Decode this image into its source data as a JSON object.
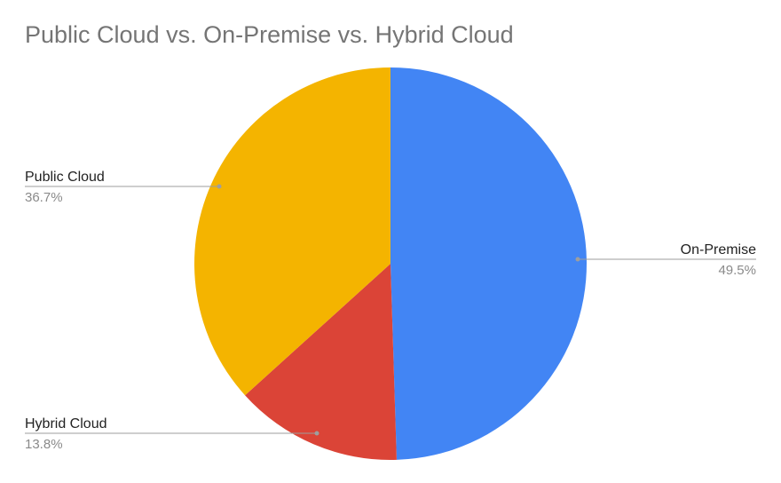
{
  "chart_data": {
    "type": "pie",
    "title": "Public Cloud vs. On-Premise vs. Hybrid Cloud",
    "slices": [
      {
        "label": "On-Premise",
        "value": 49.5,
        "value_label": "49.5%",
        "color": "#4285f4"
      },
      {
        "label": "Hybrid Cloud",
        "value": 13.8,
        "value_label": "13.8%",
        "color": "#db4437"
      },
      {
        "label": "Public Cloud",
        "value": 36.7,
        "value_label": "36.7%",
        "color": "#f4b400"
      }
    ],
    "start_angle": "12 o'clock",
    "direction": "clockwise",
    "legend": "none",
    "labels": "outside with leader lines"
  }
}
